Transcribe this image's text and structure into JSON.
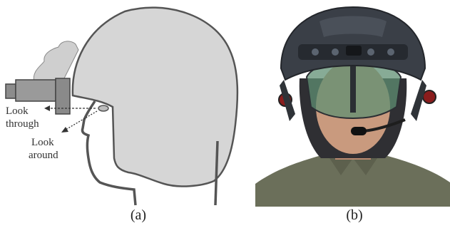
{
  "panel_a": {
    "labels": {
      "look_through_line1": "Look",
      "look_through_line2": "through",
      "look_around_line1": "Look",
      "look_around_line2": "around"
    },
    "caption": "(a)",
    "colors": {
      "helmet_fill": "#d6d6d6",
      "outline": "#555555",
      "device": "#8c8c8c"
    }
  },
  "panel_b": {
    "caption": "(b)",
    "colors": {
      "helmet": "#3a3f47",
      "visor": "#5f8f73",
      "uniform": "#6b6f5a",
      "skin": "#c99a7e",
      "lights": "#8a1c1c"
    }
  }
}
